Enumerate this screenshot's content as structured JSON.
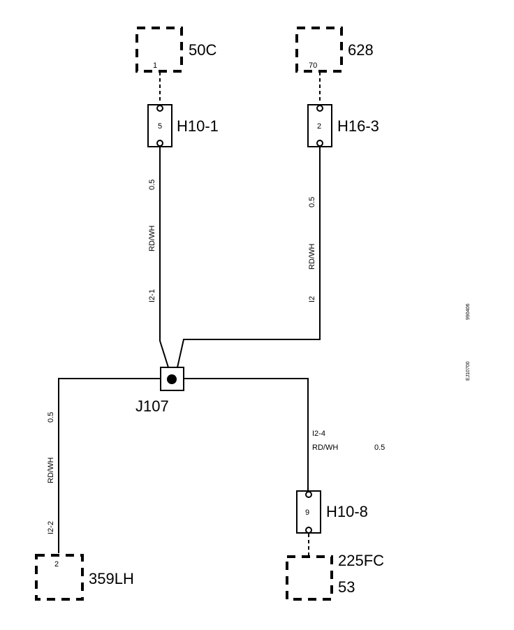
{
  "components": {
    "c50c": {
      "label": "50C",
      "pin": "1"
    },
    "c628": {
      "label": "628",
      "pin": "70"
    },
    "c359lh": {
      "label": "359LH",
      "pin": "2"
    },
    "c225fc": {
      "label": "225FC",
      "sublabel": "53"
    }
  },
  "connectors": {
    "h10_1": {
      "label": "H10-1",
      "pin": "5"
    },
    "h16_3": {
      "label": "H16-3",
      "pin": "2"
    },
    "h10_8": {
      "label": "H10-8",
      "pin": "9"
    }
  },
  "junction": {
    "label": "J107"
  },
  "wires": {
    "w1": {
      "size": "0.5",
      "color": "RD/WH",
      "id": "I2-1"
    },
    "w2": {
      "size": "0.5",
      "color": "RD/WH",
      "id": "I2"
    },
    "w3": {
      "size": "0.5",
      "color": "RD/WH",
      "id": "I2-2"
    },
    "w4": {
      "size": "0.5",
      "color": "RD/WH",
      "id": "I2-4"
    }
  },
  "side_codes": {
    "date": "990406",
    "ref": "EJ10700"
  },
  "colors": {
    "line": "#000000",
    "background": "#ffffff"
  }
}
